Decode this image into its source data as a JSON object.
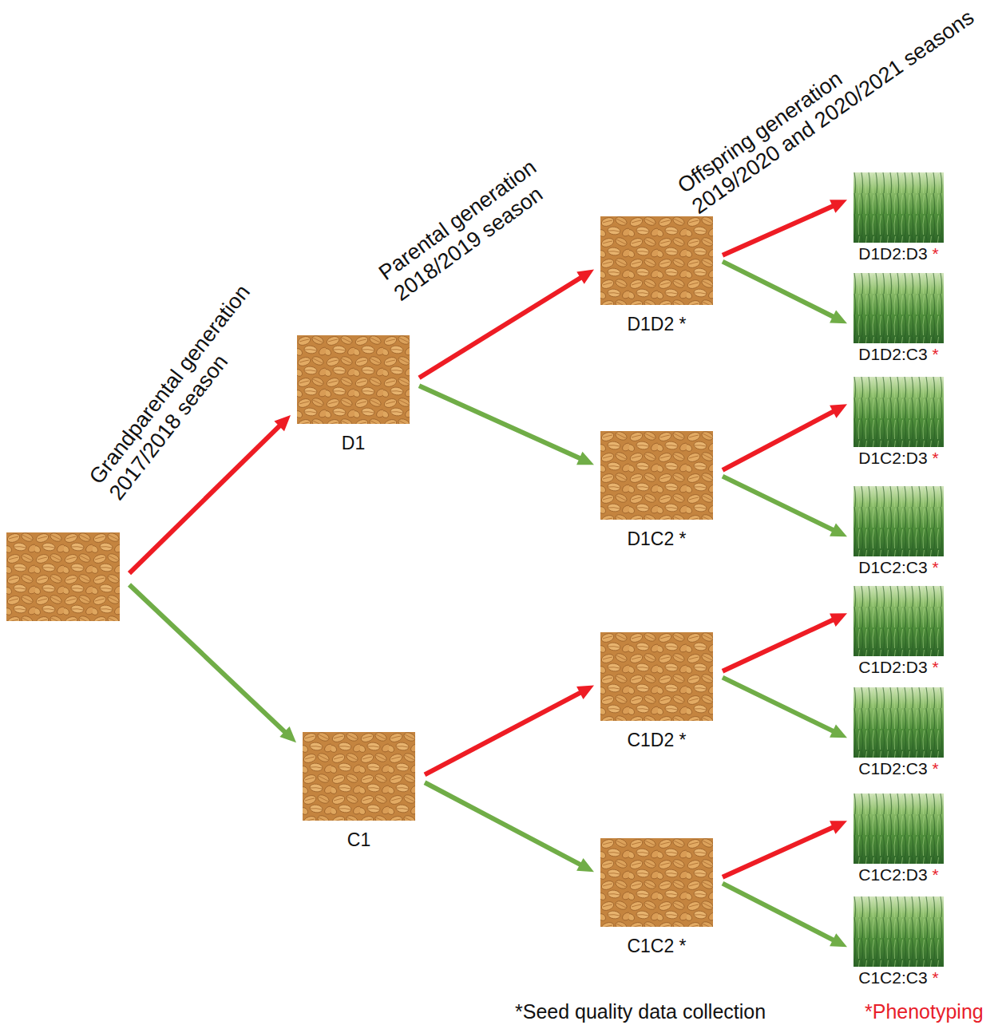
{
  "diagram": {
    "nodes": [
      {
        "text": []
      },
      {
        "text": [
          "D1"
        ]
      },
      {
        "text": [
          "C1"
        ]
      },
      {
        "text": [
          "D1D2 *"
        ]
      },
      {
        "text": [
          "D1C2 *"
        ]
      },
      {
        "text": [
          "C1D2 *"
        ]
      },
      {
        "text": [
          "C1C2 *"
        ]
      },
      {
        "text": [
          "D1D2:D3",
          "*"
        ]
      },
      {
        "text": [
          "D1D2:C3",
          "*"
        ]
      },
      {
        "text": [
          "D1C2:D3",
          "*"
        ]
      },
      {
        "text": [
          "D1C2:C3",
          "*"
        ]
      },
      {
        "text": [
          "C1D2:D3",
          "*"
        ]
      },
      {
        "text": [
          "C1D2:C3",
          "*"
        ]
      },
      {
        "text": [
          "C1C2:D3",
          "*"
        ]
      },
      {
        "text": [
          "C1C2:C3",
          "*"
        ]
      }
    ],
    "edges": [
      {
        "from": 0,
        "to": 1,
        "arrow": "to"
      },
      {
        "from": 0,
        "to": 2,
        "arrow": "to"
      },
      {
        "from": 1,
        "to": 3,
        "arrow": "to"
      },
      {
        "from": 1,
        "to": 4,
        "arrow": "to"
      },
      {
        "from": 2,
        "to": 5,
        "arrow": "to"
      },
      {
        "from": 2,
        "to": 6,
        "arrow": "to"
      },
      {
        "from": 3,
        "to": 7,
        "arrow": "to"
      },
      {
        "from": 3,
        "to": 8,
        "arrow": "to"
      },
      {
        "from": 4,
        "to": 9,
        "arrow": "to"
      },
      {
        "from": 4,
        "to": 10,
        "arrow": "to"
      },
      {
        "from": 5,
        "to": 11,
        "arrow": "to"
      },
      {
        "from": 5,
        "to": 12,
        "arrow": "to"
      },
      {
        "from": 6,
        "to": 13,
        "arrow": "to"
      },
      {
        "from": 6,
        "to": 14,
        "arrow": "to"
      }
    ],
    "labels": [
      "Grandparental generation",
      "2017/2018 season",
      "Parental generation",
      "2018/2019 season",
      "Offspring generation",
      "2019/2020 and 2020/2021 seasons",
      "*Seed quality data collection",
      "*Phenotyping"
    ]
  }
}
